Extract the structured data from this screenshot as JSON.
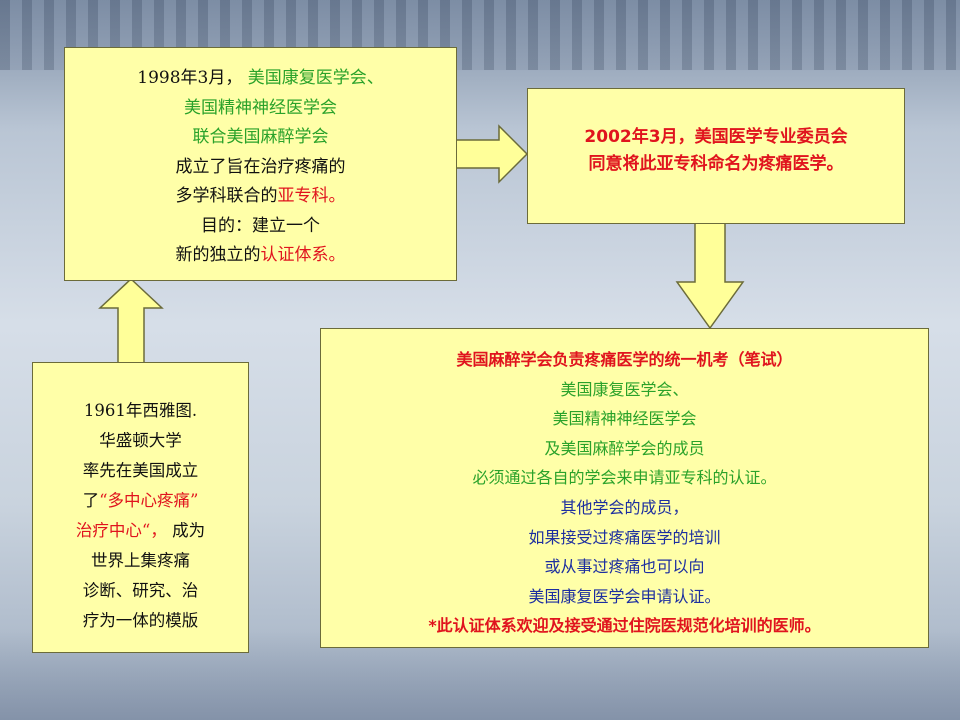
{
  "colors": {
    "box_fill": "#ffffa8",
    "box_border": "#6b6b3a",
    "arrow_fill": "#ffff99",
    "text_black": "#111111",
    "text_green": "#2aa22a",
    "text_red": "#e0141e",
    "text_blue": "#1c2ea0"
  },
  "box_1998": {
    "l1_a": "1998年3月，",
    "l1_b": "美国康复医学会、",
    "l2": "美国精神神经医学会",
    "l3": "联合美国麻醉学会",
    "l4": "成立了旨在治疗疼痛的",
    "l5_a": "多学科联合的",
    "l5_b": "亚专科。",
    "l6": "目的：建立一个",
    "l7_a": "新的独立的",
    "l7_b": "认证体系。"
  },
  "box_2002": {
    "l1": "2002年3月，美国医学专业委员会",
    "l2": "同意将此亚专科命名为疼痛医学。"
  },
  "box_1961": {
    "l1": "1961年西雅图.",
    "l2": "华盛顿大学",
    "l3": "率先在美国成立",
    "l4_a": "了",
    "l4_b": "“多中心疼痛”",
    "l5_a": "治疗中心“，",
    "l5_b": "成为",
    "l6": "世界上集疼痛",
    "l7": "诊断、研究、治",
    "l8": "疗为一体的模版"
  },
  "box_exam": {
    "l1": "美国麻醉学会负责疼痛医学的统一机考（笔试）",
    "l2": "美国康复医学会、",
    "l3": "美国精神神经医学会",
    "l4": "及美国麻醉学会的成员",
    "l5": "必须通过各自的学会来申请亚专科的认证。",
    "l6": "其他学会的成员，",
    "l7": "如果接受过疼痛医学的培训",
    "l8": "或从事过疼痛也可以向",
    "l9": "美国康复医学会申请认证。",
    "l10": "*此认证体系欢迎及接受通过住院医规范化培训的医师。"
  }
}
